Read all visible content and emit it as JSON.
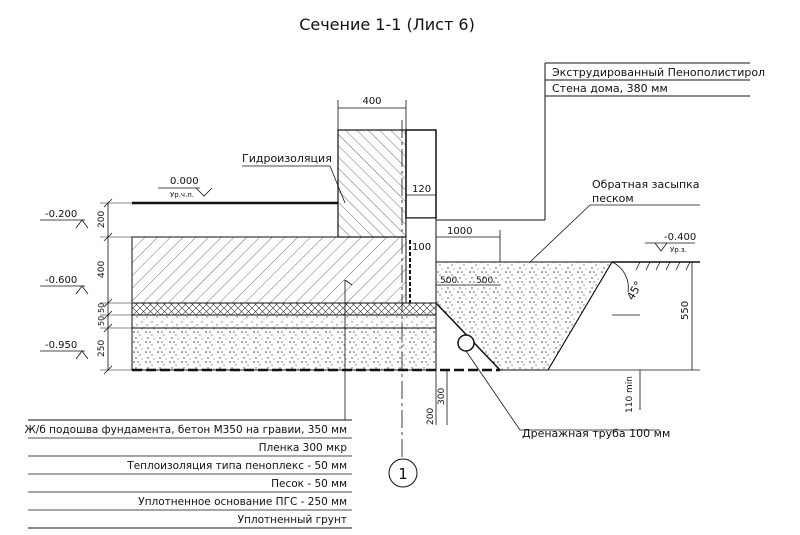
{
  "title": "Сечение 1-1 (Лист 6)",
  "top_labels": {
    "insulation": "Экструдированный Пенополистирол",
    "wall": "Стена дома, 380 мм"
  },
  "labels": {
    "waterproofing": "Гидроизоляция",
    "backfill_1": "Обратная засыпка",
    "backfill_2": "песком",
    "drain_pipe": "Дренажная труба 100 мм",
    "floor_level_sub": "Ур.ч.п.",
    "ground_level_sub": "Ур.з.",
    "axis": "1"
  },
  "elevations": {
    "zero": "0.000",
    "e1": "-0.200",
    "e2": "-0.600",
    "e3": "-0.950",
    "ground": "-0.400"
  },
  "dimensions": {
    "wall_width": "400",
    "d120": "120",
    "d100": "100",
    "d1000": "1000",
    "d500a": "500",
    "d500b": "500",
    "h200": "200",
    "h400": "400",
    "h50a": "50",
    "h50b": "50",
    "h250": "250",
    "h550": "550",
    "min110": "110 min",
    "b200": "200",
    "b300": "300",
    "angle": "45°"
  },
  "legend": [
    "Ж/б подошва фундамента, бетон М350 на гравии, 350 мм",
    "Пленка 300 мкр",
    "Теплоизоляция типа пеноплекс - 50 мм",
    "Песок - 50 мм",
    "Уплотненное основание ПГС - 250 мм",
    "Уплотненный грунт"
  ]
}
